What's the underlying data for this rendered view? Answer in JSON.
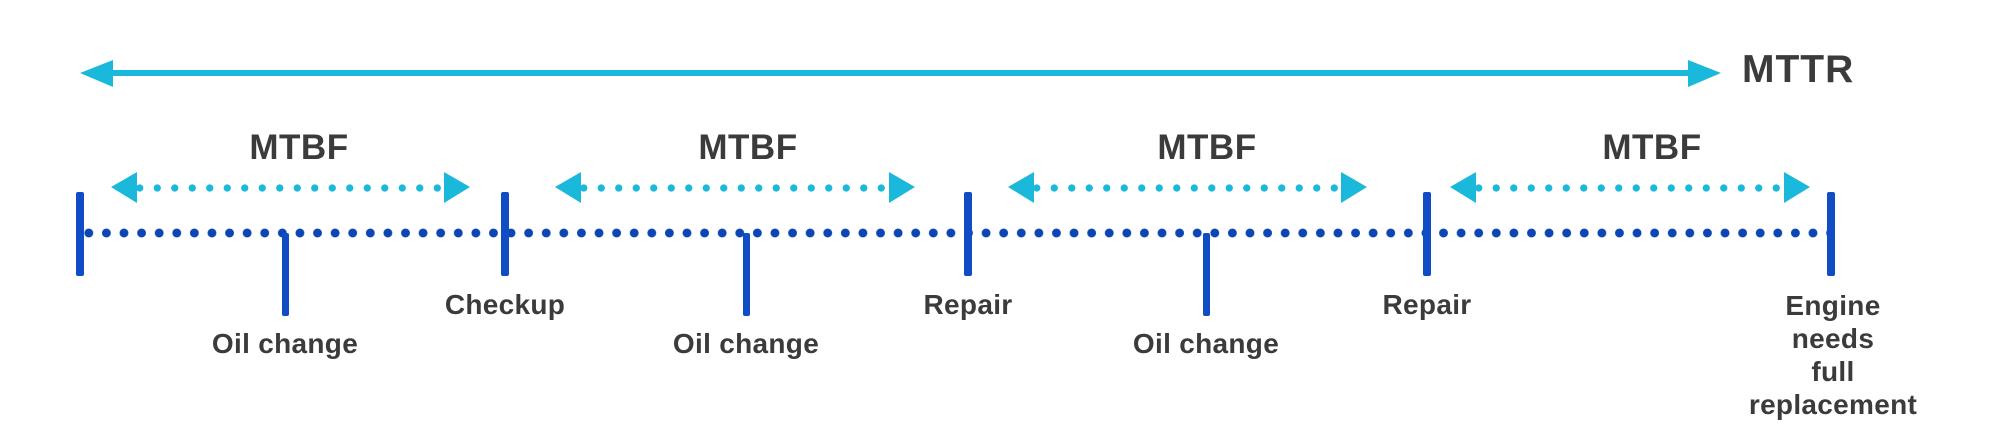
{
  "colors": {
    "cyan": "#1ab8da",
    "blue_tick": "#104dc4",
    "blue_dot": "#0b46b4",
    "text": "#3b3b3b"
  },
  "mttr": {
    "label": "MTTR"
  },
  "mtbf_arrows": [
    {
      "label": "MTBF"
    },
    {
      "label": "MTBF"
    },
    {
      "label": "MTBF"
    },
    {
      "label": "MTBF"
    }
  ],
  "timeline": {
    "events": {
      "checkup": {
        "label": "Checkup"
      },
      "repair_1": {
        "label": "Repair"
      },
      "repair_2": {
        "label": "Repair"
      },
      "end": {
        "label": "Engine needs\nfull replacement"
      },
      "oil_change_1": {
        "label": "Oil change"
      },
      "oil_change_2": {
        "label": "Oil change"
      },
      "oil_change_3": {
        "label": "Oil change"
      }
    }
  }
}
